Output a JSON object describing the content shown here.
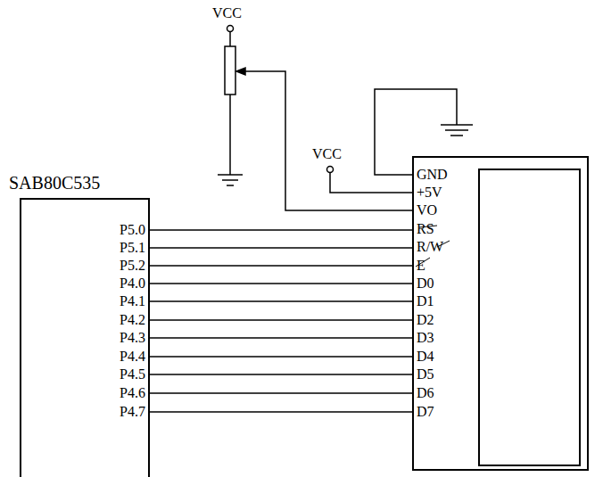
{
  "diagram": {
    "nodes": [
      {
        "text": [
          "SAB80C535",
          "P5.0",
          "P5.1",
          "P5.2",
          "P4.0",
          "P4.1",
          "P4.2",
          "P4.3",
          "P4.4",
          "P4.5",
          "P4.6",
          "P4.7"
        ]
      },
      {
        "text": [
          "GND",
          "+5V",
          "VO",
          "RS",
          "R/W",
          "E",
          "D0",
          "D1",
          "D2",
          "D3",
          "D4",
          "D5",
          "D6",
          "D7"
        ]
      }
    ],
    "edges": [
      {
        "from": 0,
        "to": 1,
        "arrow": "none"
      },
      {
        "from": 0,
        "to": 1,
        "arrow": "none"
      },
      {
        "from": 0,
        "to": 1,
        "arrow": "none"
      },
      {
        "from": 0,
        "to": 1,
        "arrow": "none"
      },
      {
        "from": 0,
        "to": 1,
        "arrow": "none"
      },
      {
        "from": 0,
        "to": 1,
        "arrow": "none"
      },
      {
        "from": 0,
        "to": 1,
        "arrow": "none"
      },
      {
        "from": 0,
        "to": 1,
        "arrow": "none"
      },
      {
        "from": 0,
        "to": 1,
        "arrow": "none"
      },
      {
        "from": 0,
        "to": 1,
        "arrow": "none"
      },
      {
        "from": 0,
        "to": 1,
        "arrow": "none"
      }
    ],
    "labels": [
      "VCC",
      "VCC"
    ]
  }
}
